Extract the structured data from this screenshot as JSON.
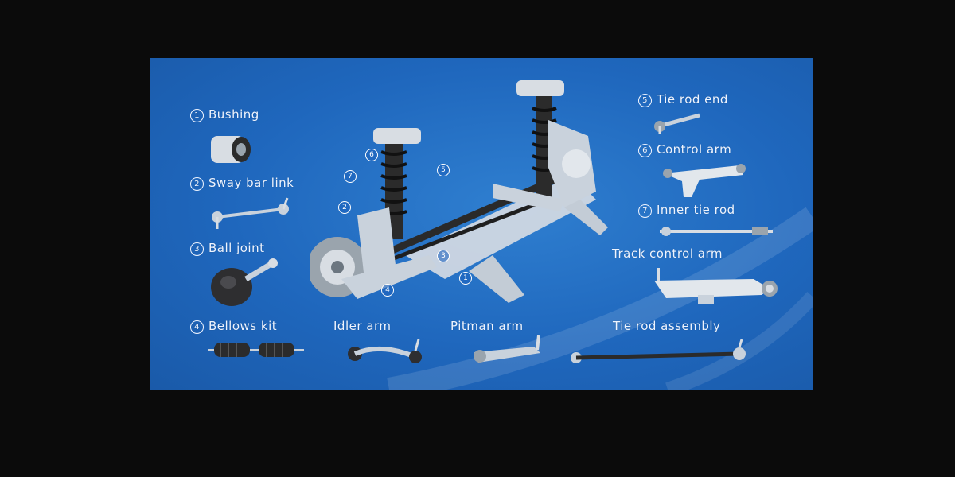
{
  "colors": {
    "panel": "#1f67bd",
    "background": "#0b0b0b",
    "text": "#eef4ff",
    "metal": "#c9d2dc"
  },
  "left_parts": [
    {
      "num": "1",
      "name": "Bushing"
    },
    {
      "num": "2",
      "name": "Sway bar link"
    },
    {
      "num": "3",
      "name": "Ball joint"
    },
    {
      "num": "4",
      "name": "Bellows kit"
    }
  ],
  "bottom_parts": [
    {
      "name": "Idler arm"
    },
    {
      "name": "Pitman arm"
    },
    {
      "name": "Tie rod assembly"
    }
  ],
  "right_parts": [
    {
      "num": "5",
      "name": "Tie rod end"
    },
    {
      "num": "6",
      "name": "Control arm"
    },
    {
      "num": "7",
      "name": "Inner tie rod"
    },
    {
      "name": "Track control arm"
    }
  ],
  "callouts": [
    "1",
    "2",
    "3",
    "4",
    "5",
    "6",
    "7"
  ]
}
